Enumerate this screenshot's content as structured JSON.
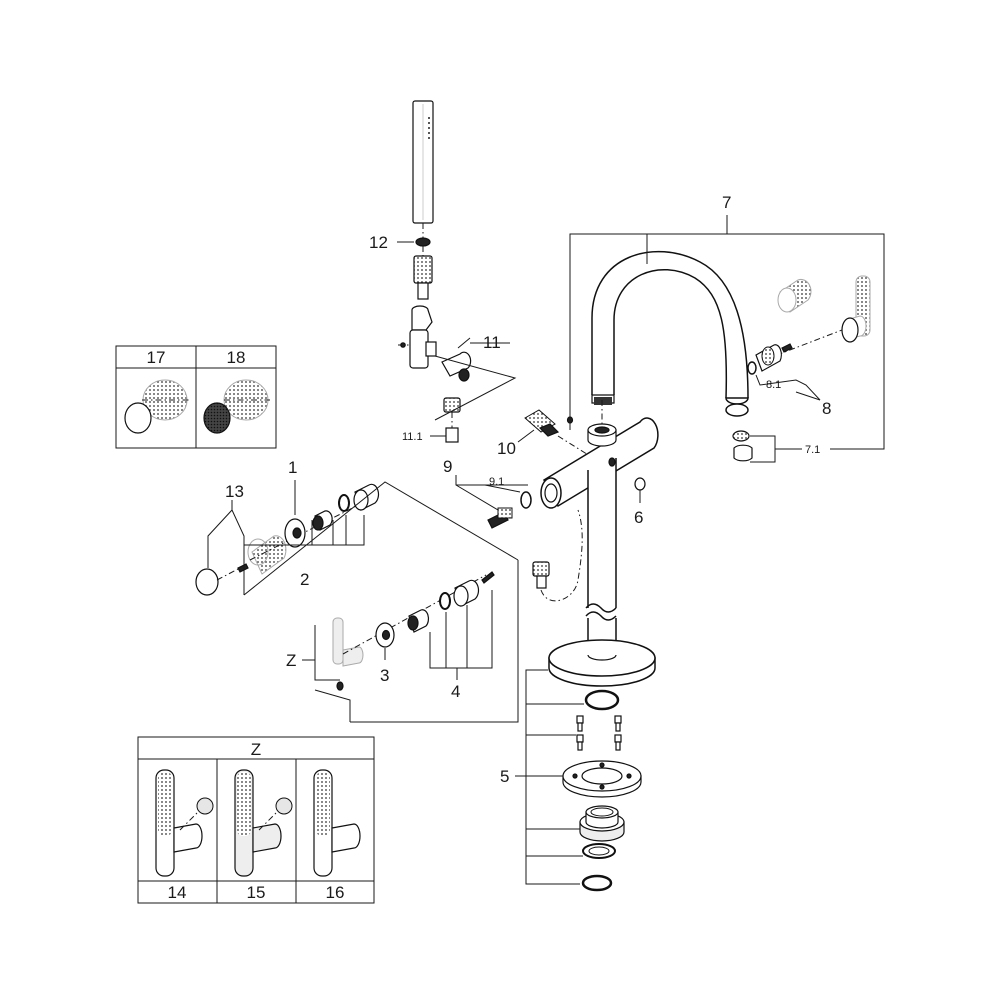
{
  "labels": {
    "p1": "1",
    "p2": "2",
    "p3": "3",
    "p4": "4",
    "p5": "5",
    "p6": "6",
    "p7": "7",
    "p7_1": "7.1",
    "p8": "8",
    "p8_1": "8.1",
    "p9": "9",
    "p9_1": "9.1",
    "p10": "10",
    "p11": "11",
    "p11_1": "11.1",
    "p12": "12",
    "p13": "13",
    "z": "Z"
  },
  "box_17_18": {
    "left": "17",
    "right": "18"
  },
  "box_z": {
    "title": "Z",
    "items": [
      "14",
      "15",
      "16"
    ]
  }
}
